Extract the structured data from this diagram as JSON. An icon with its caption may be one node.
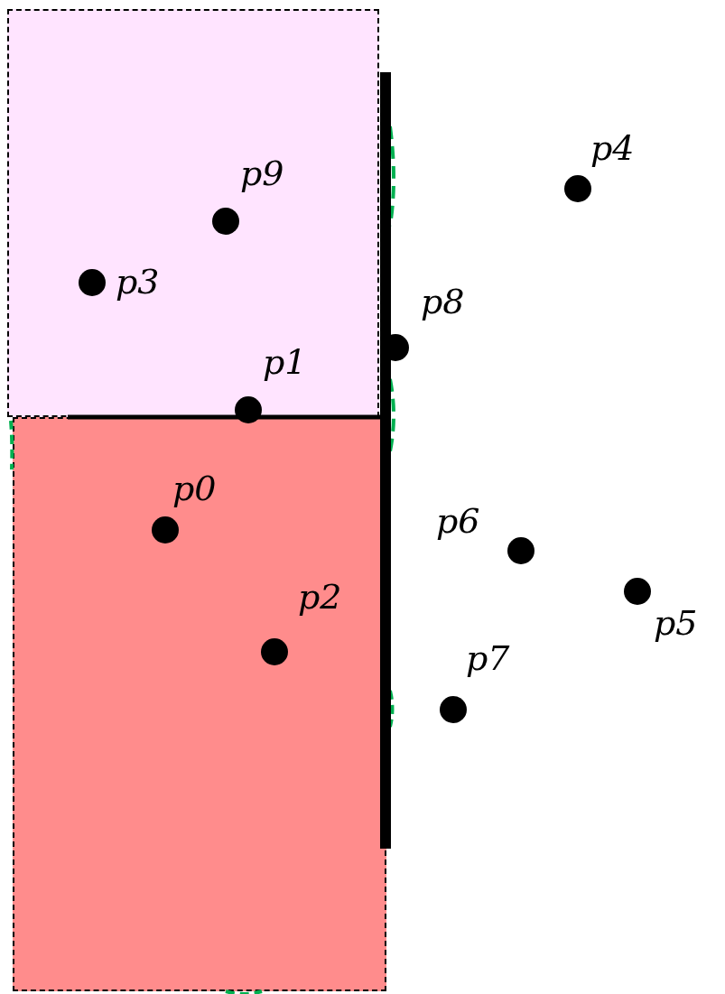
{
  "diagram": {
    "nodes": [
      {
        "text": [],
        "shape": "box"
      },
      {
        "text": [],
        "shape": "box"
      },
      {
        "text": [],
        "shape": "circle",
        "in": 1,
        "beside": [
          "p0"
        ]
      },
      {
        "text": [],
        "shape": "circle",
        "in": 0,
        "beside": [
          "p1"
        ]
      },
      {
        "text": [],
        "shape": "circle",
        "in": 1,
        "beside": [
          "p2"
        ]
      },
      {
        "text": [],
        "shape": "circle",
        "in": 0,
        "beside": [
          "p3"
        ]
      },
      {
        "text": [],
        "shape": "circle",
        "beside": [
          "p4"
        ]
      },
      {
        "text": [],
        "shape": "circle",
        "beside": [
          "p5"
        ]
      },
      {
        "text": [],
        "shape": "circle",
        "beside": [
          "p6"
        ]
      },
      {
        "text": [],
        "shape": "circle",
        "beside": [
          "p7"
        ]
      },
      {
        "text": [],
        "shape": "circle",
        "beside": [
          "p8"
        ]
      },
      {
        "text": [],
        "shape": "circle",
        "in": 0,
        "beside": [
          "p9"
        ]
      }
    ]
  }
}
